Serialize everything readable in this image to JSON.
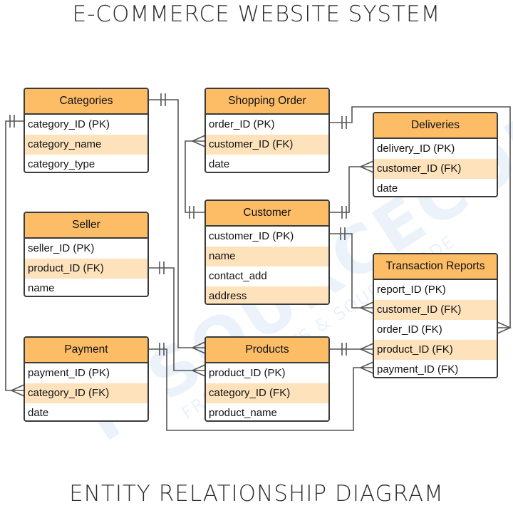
{
  "title_top": "E-COMMERCE WEBSITE SYSTEM",
  "title_bottom": "ENTITY RELATIONSHIP DIAGRAM",
  "watermark": {
    "main": "ITSOURCECODE",
    "sub": "FREE PROJECTS & SOURCE CODE"
  },
  "colors": {
    "header": "#fdbd67",
    "row_alt": "#fde2bc",
    "border": "#3b3b3b",
    "line": "#555555"
  },
  "entities": {
    "categories": {
      "title": "Categories",
      "fields": [
        "category_ID (PK)",
        "category_name",
        "category_type"
      ]
    },
    "shopping_order": {
      "title": "Shopping Order",
      "fields": [
        "order_ID (PK)",
        "customer_ID (FK)",
        "date"
      ]
    },
    "deliveries": {
      "title": "Deliveries",
      "fields": [
        "delivery_ID (PK)",
        "customer_ID (FK)",
        "date"
      ]
    },
    "seller": {
      "title": "Seller",
      "fields": [
        "seller_ID (PK)",
        "product_ID (FK)",
        "name"
      ]
    },
    "customer": {
      "title": "Customer",
      "fields": [
        "customer_ID (PK)",
        "name",
        "contact_add",
        "address"
      ]
    },
    "transaction_reports": {
      "title": "Transaction Reports",
      "fields": [
        "report_ID (PK)",
        "customer_ID (FK)",
        "order_ID (FK)",
        "product_ID (FK)",
        "payment_ID (FK)"
      ]
    },
    "payment": {
      "title": "Payment",
      "fields": [
        "payment_ID (PK)",
        "category_ID (FK)",
        "date"
      ]
    },
    "products": {
      "title": "Products",
      "fields": [
        "product_ID (PK)",
        "category_ID (FK)",
        "product_name"
      ]
    }
  }
}
